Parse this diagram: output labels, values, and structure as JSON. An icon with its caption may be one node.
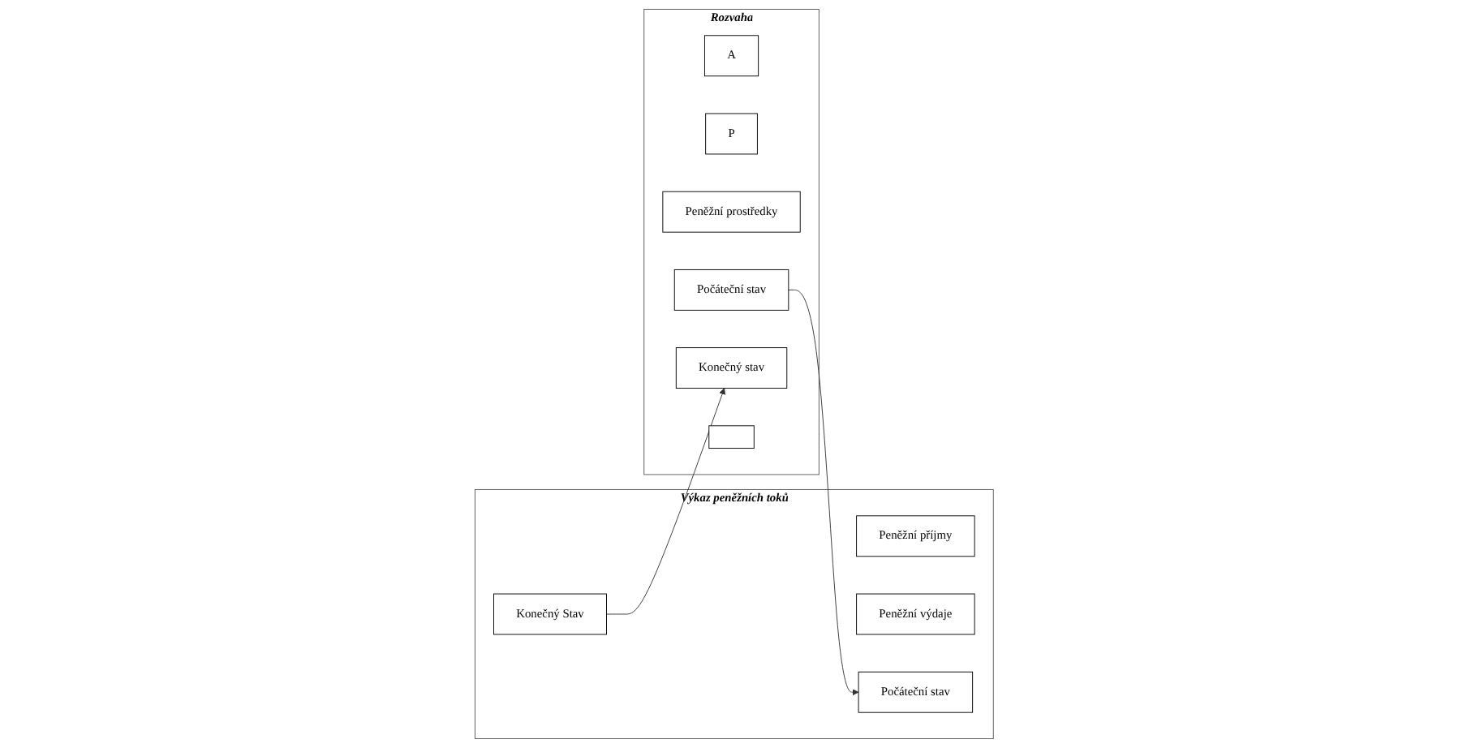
{
  "diagram": {
    "nodes": [
      {
        "text": [
          "Výkaz peněžních toků"
        ]
      },
      {
        "text": [
          "Peněžní příjmy"
        ],
        "in": 0
      },
      {
        "text": [
          "Peněžní výdaje"
        ],
        "in": 0
      },
      {
        "text": [
          "Počáteční stav"
        ],
        "in": 0
      },
      {
        "text": [
          "Konečný Stav"
        ],
        "in": 0
      },
      {
        "text": [
          "Rozvaha"
        ]
      },
      {
        "text": [
          "A"
        ],
        "in": 5
      },
      {
        "text": [
          "P"
        ],
        "in": 5
      },
      {
        "text": [
          "Peněžní prostředky"
        ],
        "in": 5
      },
      {
        "text": [
          "Počáteční stav"
        ],
        "in": 5
      },
      {
        "text": [
          "Konečný stav"
        ],
        "in": 5
      },
      {
        "text": [],
        "shape": "box",
        "in": 5
      }
    ],
    "edges": [
      {
        "from": 9,
        "to": 3,
        "arrow": "to"
      },
      {
        "from": 4,
        "to": 10,
        "arrow": "to"
      }
    ]
  }
}
